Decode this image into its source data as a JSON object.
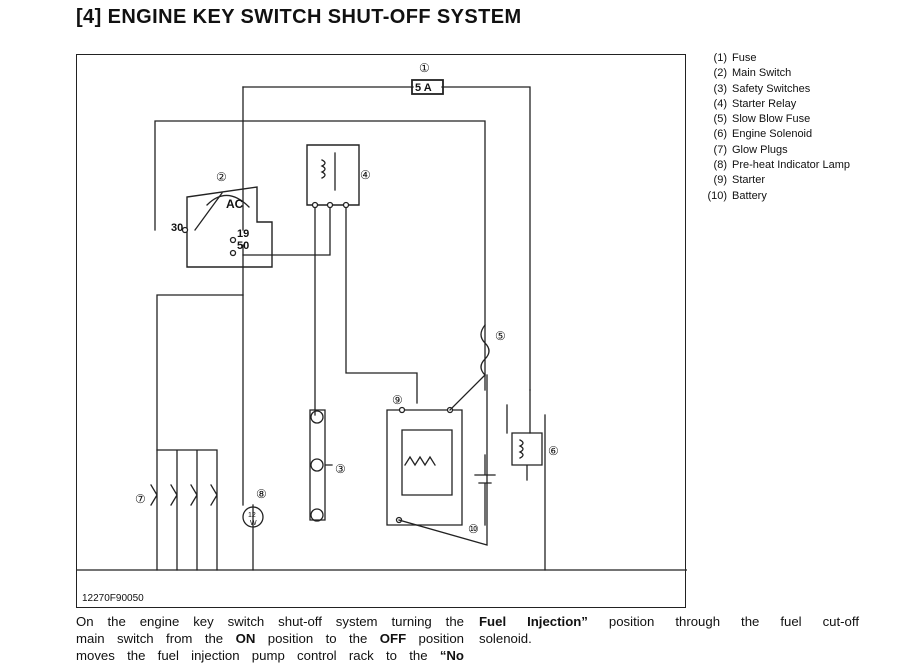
{
  "title": "[4] ENGINE KEY SWITCH SHUT-OFF SYSTEM",
  "figure": {
    "figure_id": "12270F90050",
    "fuse_rating": "5 A",
    "main_switch_labels": {
      "ac": "AC",
      "t30": "30",
      "t19": "19",
      "t50": "50"
    },
    "callouts": [
      "①",
      "②",
      "③",
      "④",
      "⑤",
      "⑥",
      "⑦",
      "⑧",
      "⑨",
      "⑩"
    ],
    "lamp_rating_top": "12",
    "lamp_rating_bottom": "W"
  },
  "legend": [
    {
      "num": "(1)",
      "label": "Fuse"
    },
    {
      "num": "(2)",
      "label": "Main Switch"
    },
    {
      "num": "(3)",
      "label": "Safety Switches"
    },
    {
      "num": "(4)",
      "label": "Starter Relay"
    },
    {
      "num": "(5)",
      "label": "Slow Blow Fuse"
    },
    {
      "num": "(6)",
      "label": "Engine Solenoid"
    },
    {
      "num": "(7)",
      "label": "Glow Plugs"
    },
    {
      "num": "(8)",
      "label": "Pre-heat Indicator Lamp"
    },
    {
      "num": "(9)",
      "label": "Starter"
    },
    {
      "num": "(10)",
      "label": "Battery"
    }
  ],
  "body": {
    "col1_line1": "On the engine key switch shut-off system turning the",
    "col1_line2_a": "main switch from the ",
    "col1_line2_b": "ON",
    "col1_line2_c": " position to the ",
    "col1_line2_d": "OFF",
    "col1_line2_e": " position",
    "col1_line3_a": "moves the fuel injection pump control rack to the ",
    "col1_line3_b": "“No",
    "col2_line1_a": "Fuel Injection”",
    "col2_line1_b": " position through the fuel cut-off",
    "col2_line2": "solenoid."
  }
}
